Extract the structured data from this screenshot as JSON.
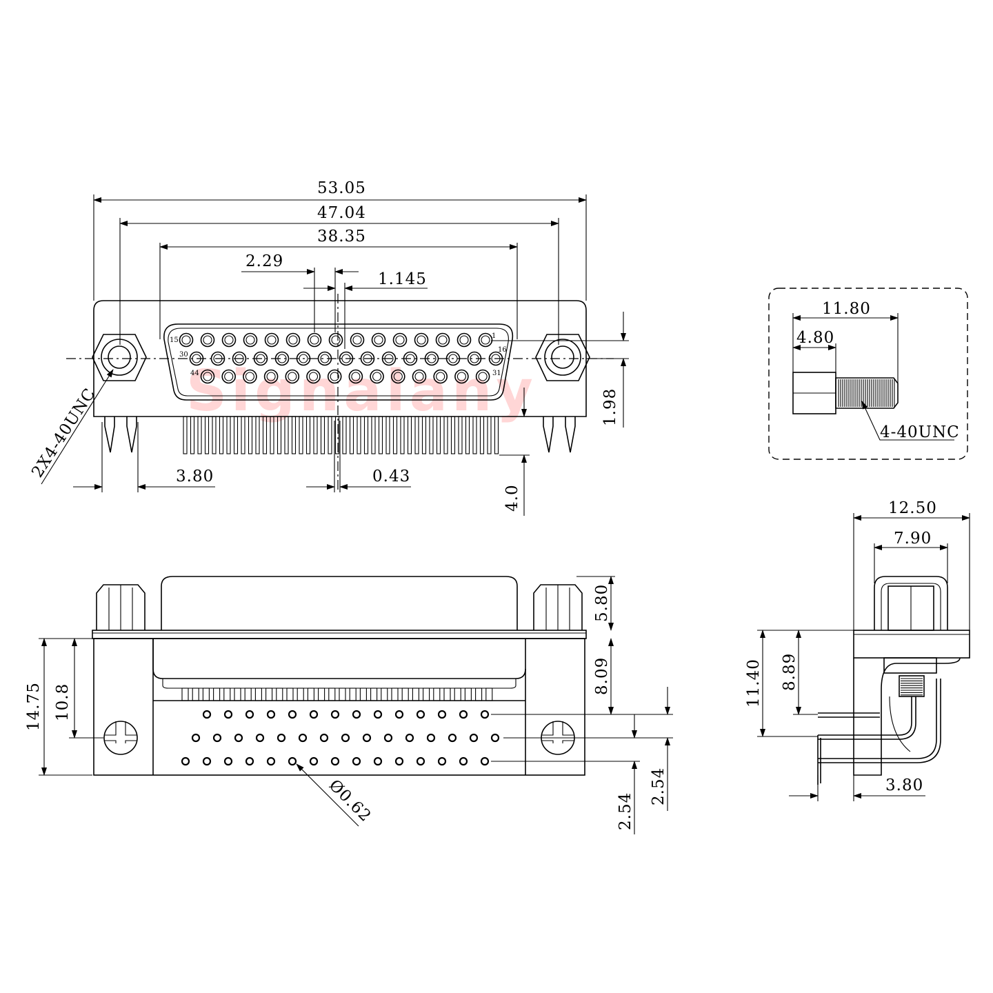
{
  "watermark": "Signalany",
  "pin_numbers": {
    "row1_left": "15",
    "row1_right": "1",
    "row2_left": "30",
    "row2_right": "16",
    "row3_left": "44",
    "row3_right": "31"
  },
  "front_view": {
    "overall_width": "53.05",
    "mount_hole_spacing": "47.04",
    "shell_width": "38.35",
    "pin_pitch": "2.29",
    "half_pitch": "1.145",
    "row_height": "1.98",
    "thread_callout": "2X4-40UNC",
    "board_lock_offset": "3.80",
    "pin_width": "0.43",
    "pin_length": "4.0"
  },
  "bottom_view": {
    "total_height": "14.75",
    "hole_height": "10.8",
    "hex_height": "5.80",
    "body_height": "8.09",
    "row_pitch_a": "2.54",
    "row_pitch_b": "2.54",
    "hole_diameter": "Ø0.62"
  },
  "screw_detail": {
    "total_length": "11.80",
    "hex_length": "4.80",
    "thread": "4-40UNC"
  },
  "side_view": {
    "overall_depth": "12.50",
    "hex_depth": "7.90",
    "total_height": "11.40",
    "tail_height": "8.89",
    "board_lock_offset": "3.80"
  }
}
